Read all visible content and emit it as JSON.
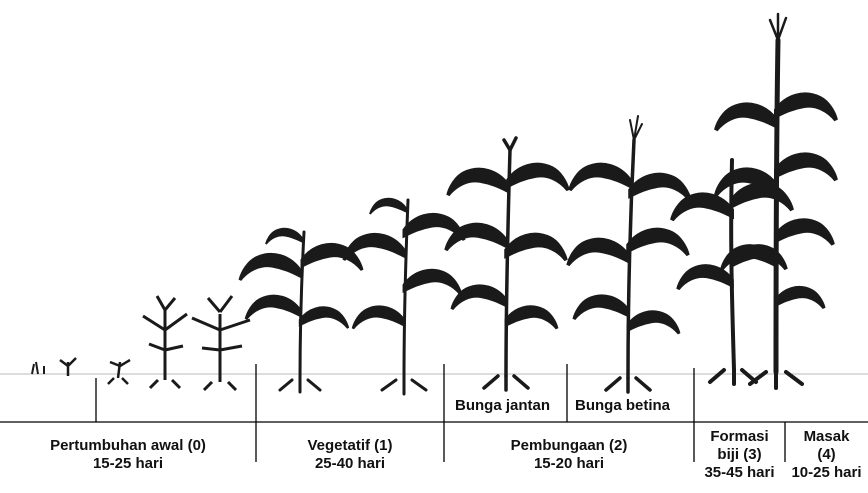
{
  "diagram": {
    "stages": [
      {
        "name": "Pertumbuhan awal (0)",
        "duration": "15-25 hari"
      },
      {
        "name": "Vegetatif (1)",
        "duration": "25-40 hari"
      },
      {
        "name": "Pembungaan (2)",
        "duration": "15-20 hari"
      },
      {
        "name_lines": [
          "Formasi",
          "biji (3)"
        ],
        "duration": "35-45 hari"
      },
      {
        "name_lines": [
          "Masak",
          "(4)"
        ],
        "duration": "10-25 hari"
      }
    ],
    "sub_labels": {
      "tassel": "Bunga jantan",
      "silk": "Bunga betina"
    }
  }
}
